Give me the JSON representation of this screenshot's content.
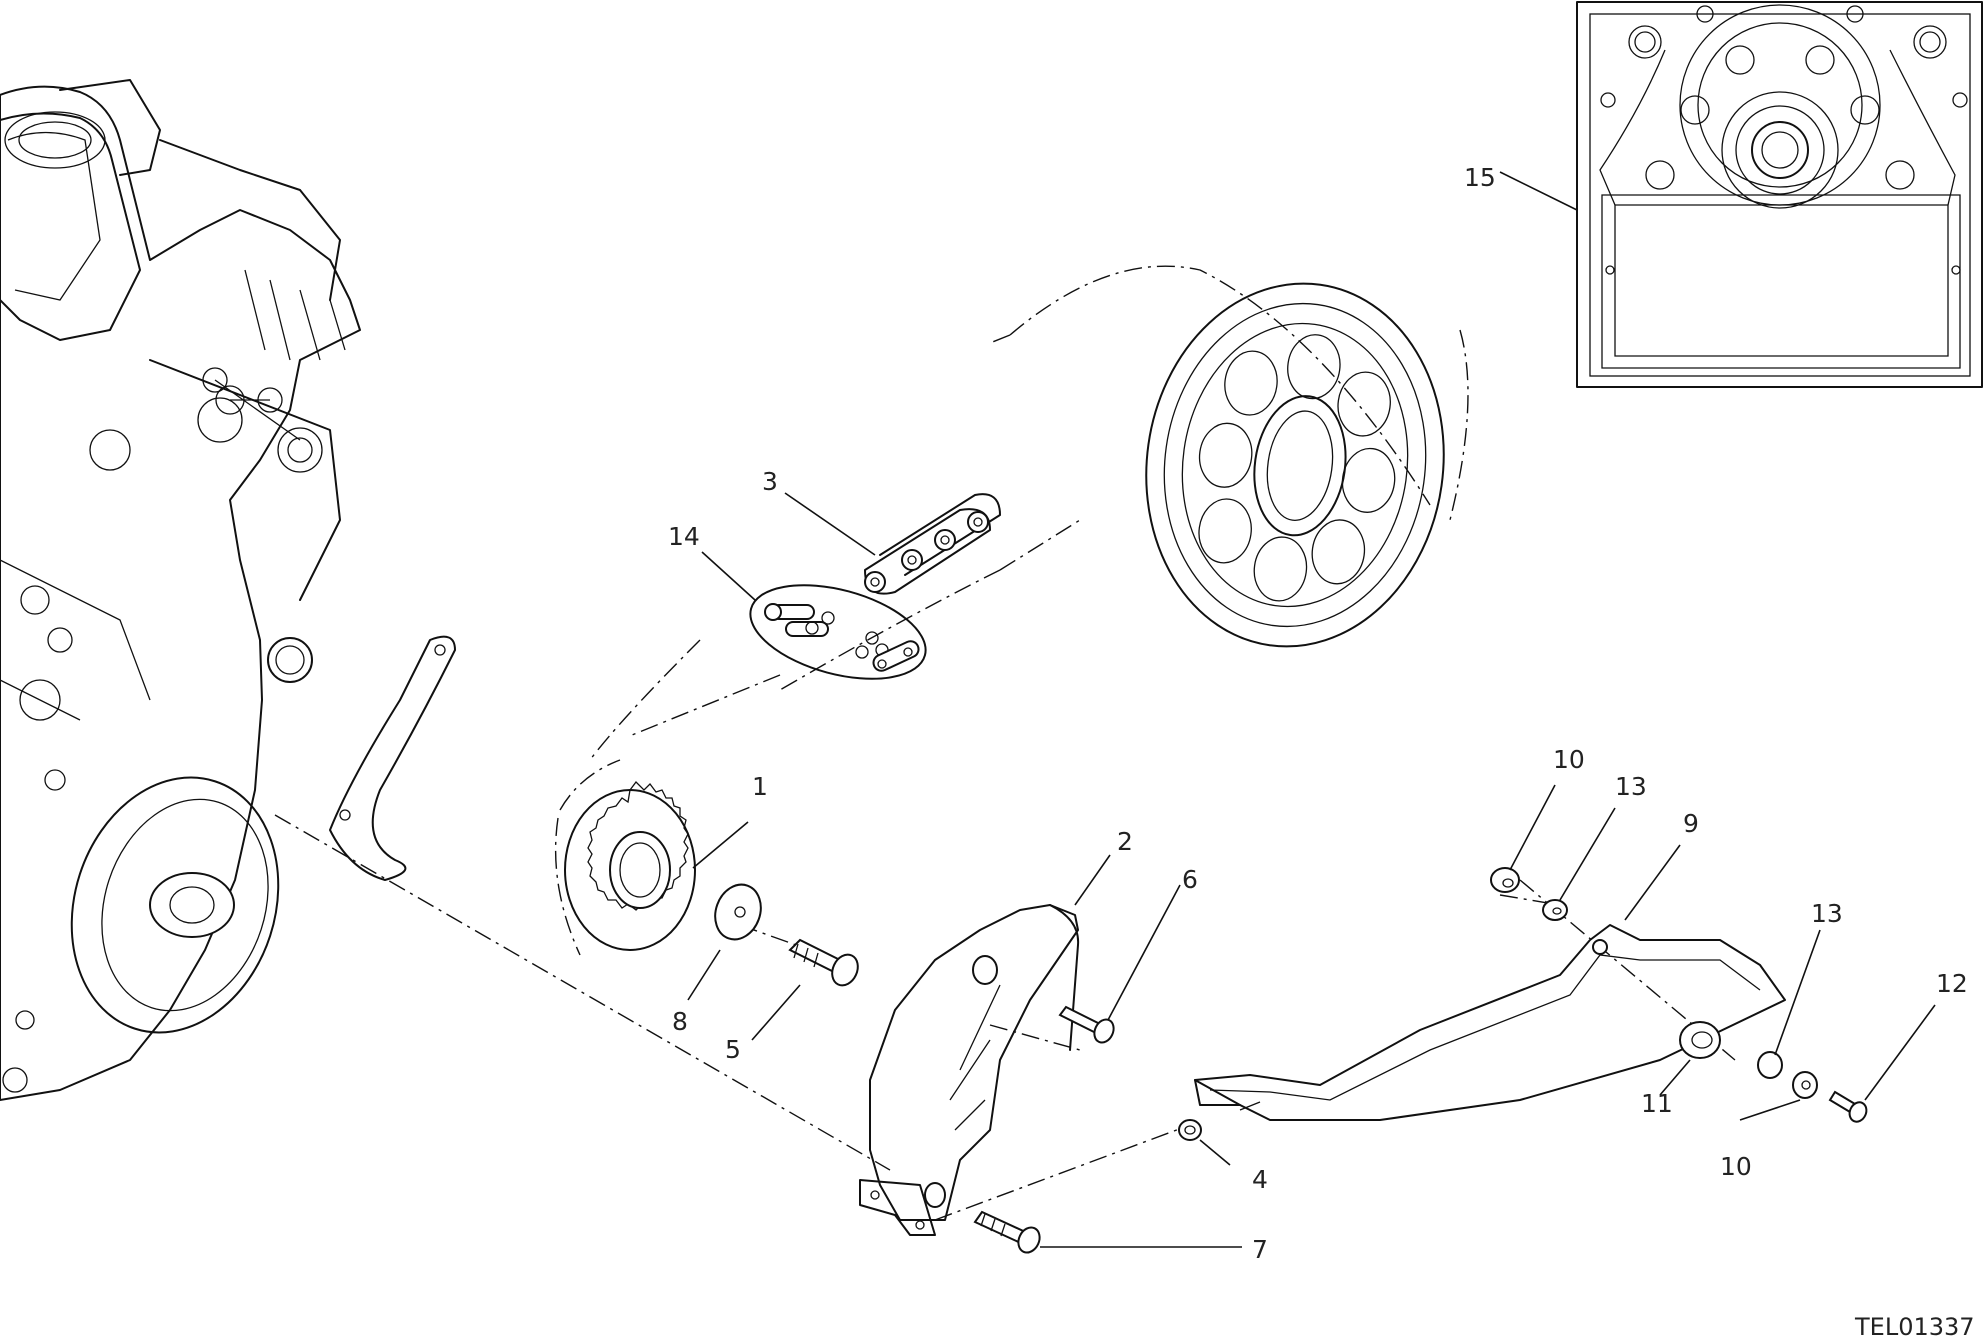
{
  "figure_code": "TEL01337",
  "callouts": [
    "1",
    "2",
    "3",
    "4",
    "5",
    "6",
    "7",
    "8",
    "9",
    "10",
    "10",
    "11",
    "12",
    "13",
    "13",
    "14",
    "15"
  ],
  "parts": {
    "front_sprocket": "1",
    "sprocket_cover": "2",
    "chain": "3",
    "spacer": "4",
    "sprocket_screw": "5",
    "cover_screw": "6",
    "cover_screw_long": "7",
    "sprocket_washer": "8",
    "chain_guard": "9",
    "washer_upper": "10",
    "washer_lower": "10",
    "bushing": "11",
    "guard_screw": "12",
    "washer_13_upper": "13",
    "washer_13_lower": "13",
    "chain_link_kit": "14",
    "inset_panel": "15"
  }
}
